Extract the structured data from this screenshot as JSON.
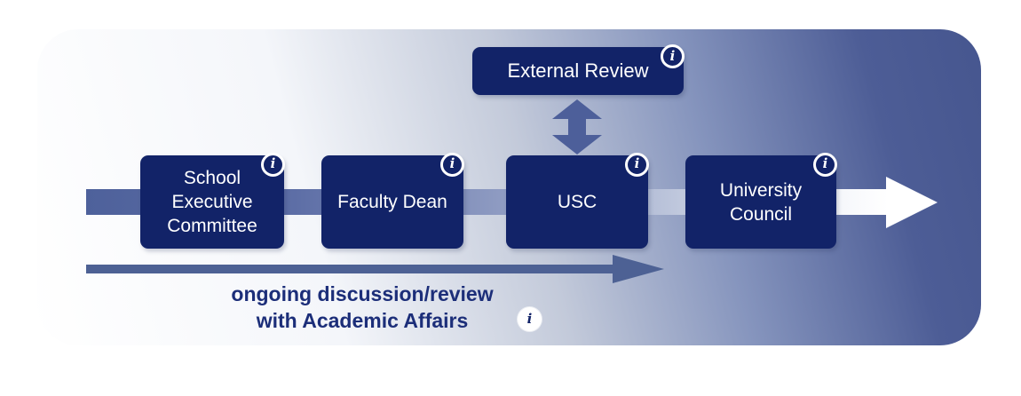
{
  "colors": {
    "box_navy": "#122368",
    "connector_blue": "#4d5f9a",
    "bottom_arrow_blue": "#4d6194",
    "caption_text": "#1c2e79",
    "card_deep_blue": "#46568f",
    "arrow_white": "#ffffff"
  },
  "external_review": {
    "label": "External Review"
  },
  "flow": {
    "boxes": [
      {
        "label": "School Executive Committee"
      },
      {
        "label": "Faculty Dean"
      },
      {
        "label": "USC"
      },
      {
        "label": "University Council"
      }
    ]
  },
  "caption": {
    "line1": "ongoing discussion/review",
    "line2": "with Academic Affairs"
  },
  "icons": {
    "info_glyph": "i"
  }
}
